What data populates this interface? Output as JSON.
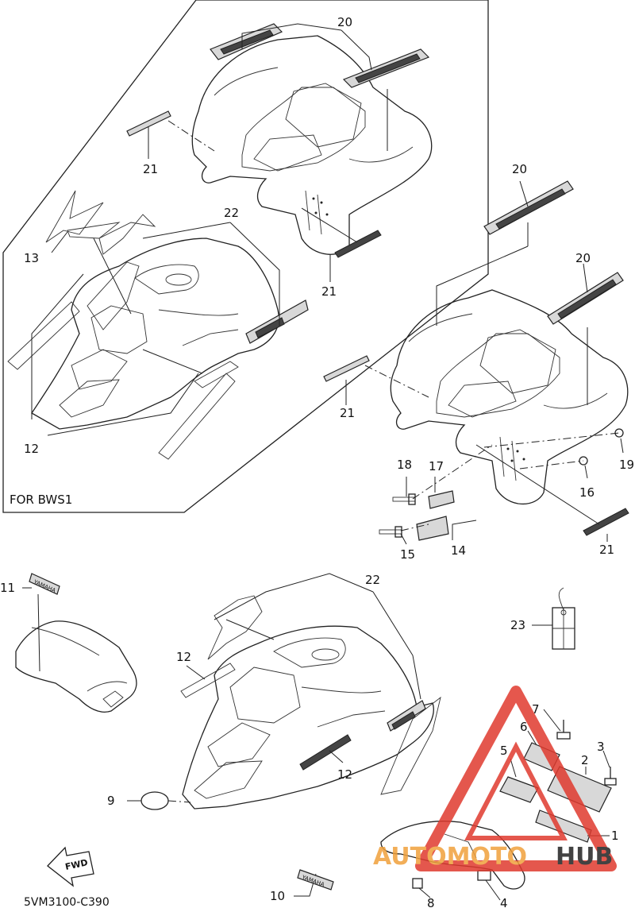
{
  "diagram": {
    "callouts": [
      "1",
      "2",
      "3",
      "4",
      "5",
      "6",
      "7",
      "8",
      "9",
      "10",
      "11",
      "12",
      "13",
      "14",
      "15",
      "16",
      "17",
      "18",
      "19",
      "20",
      "21",
      "22",
      "23"
    ],
    "inset_label": "FOR BWS1",
    "diagram_code": "5VM3100-C390",
    "fwd_label": "FWD",
    "emblem_text": "YAMAHA",
    "watermark": {
      "part1": "AUTOMOTO",
      "part2": "HUB",
      "color_red": "#e03a2e",
      "color_orange": "#f0a13c"
    }
  }
}
